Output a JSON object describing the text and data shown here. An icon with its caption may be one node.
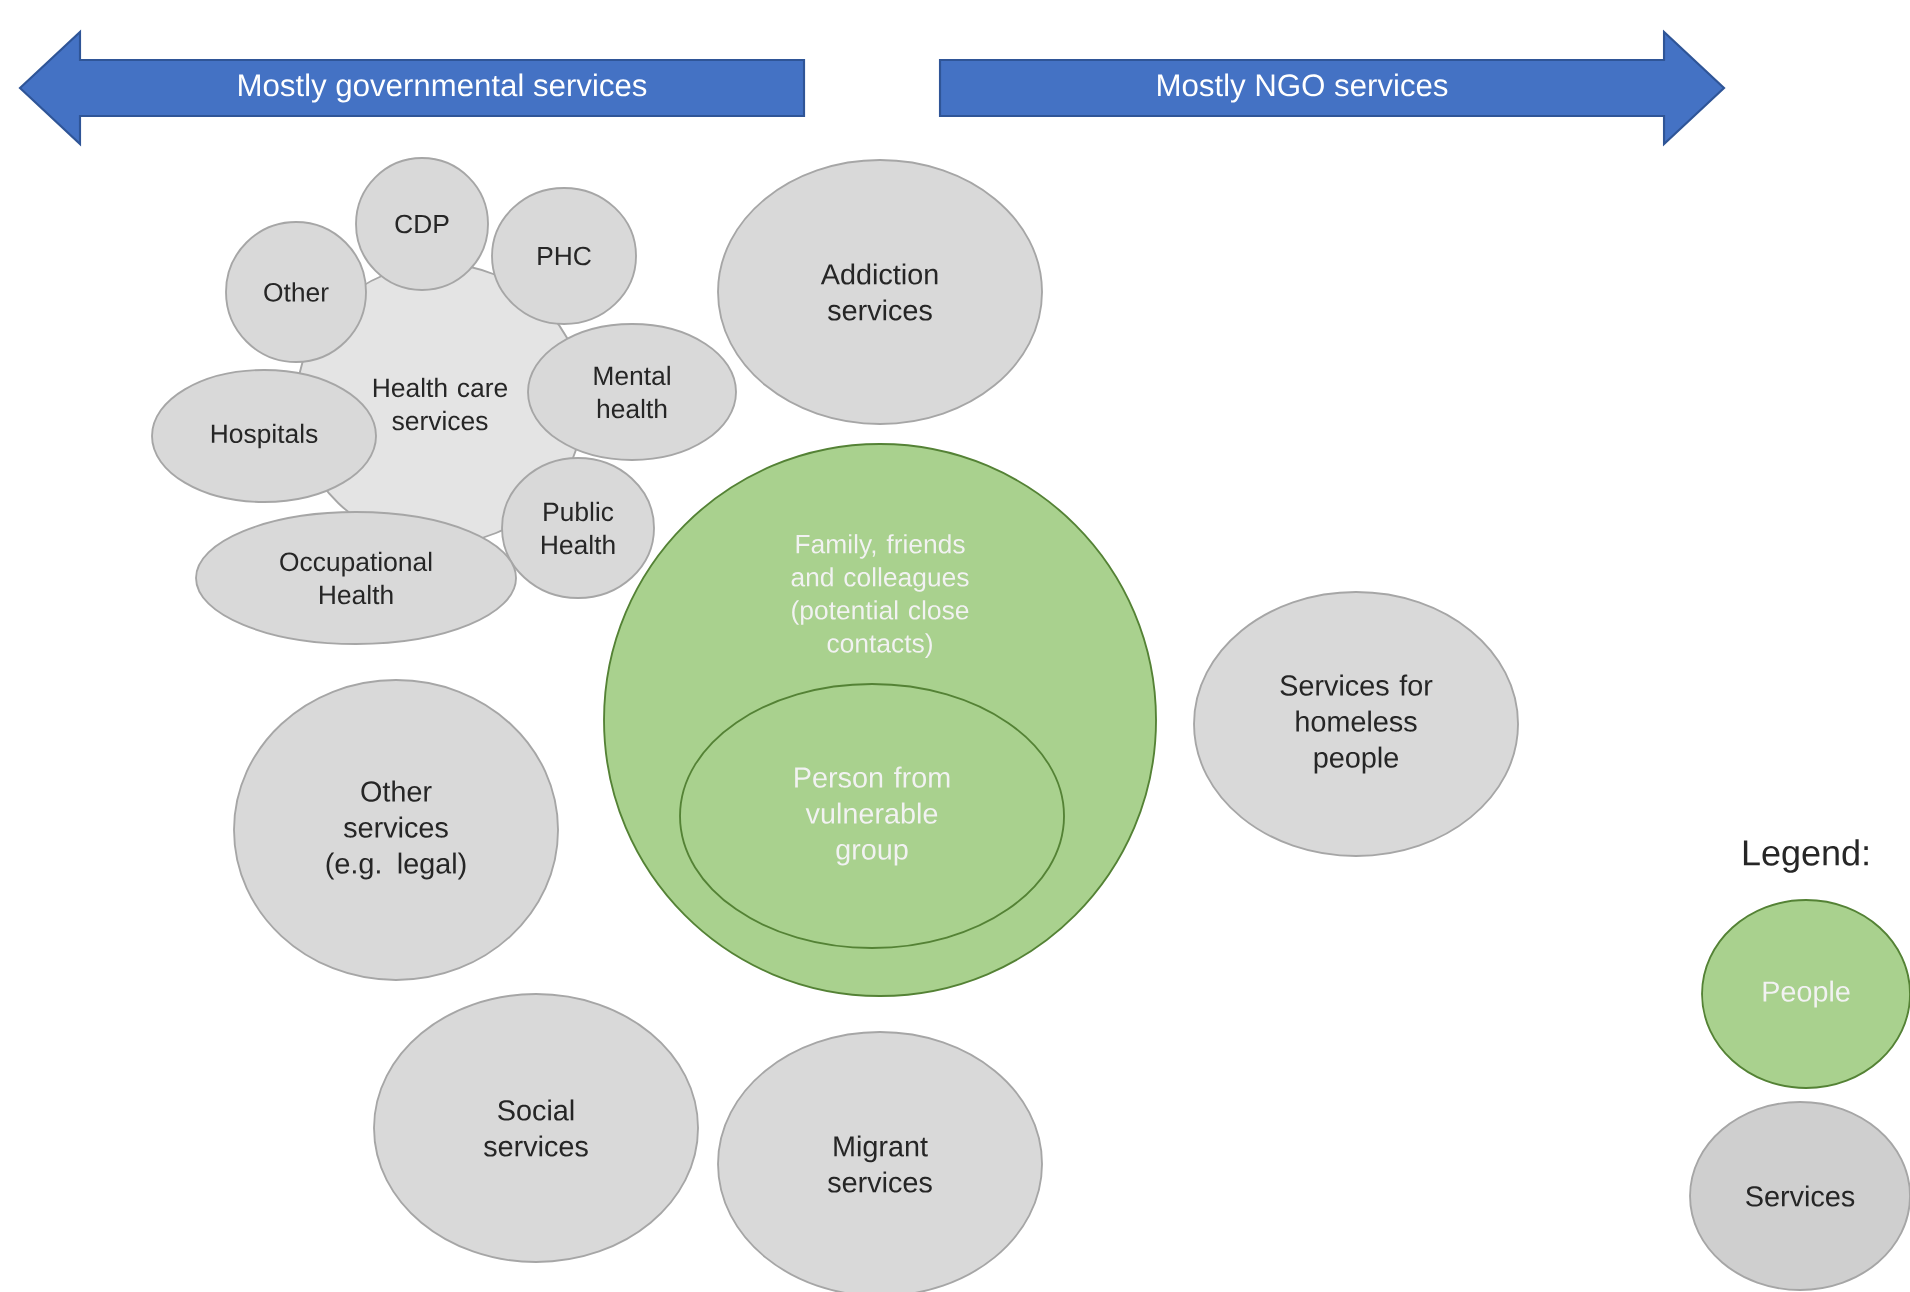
{
  "diagram": {
    "nodes": [
      {
        "text": [
          "Mostly governmental services"
        ]
      },
      {
        "text": [
          "Mostly NGO services"
        ]
      },
      {
        "text": [
          "CDP"
        ]
      },
      {
        "text": [
          "Other"
        ]
      },
      {
        "text": [
          "PHC"
        ]
      },
      {
        "text": [
          "Health care services"
        ]
      },
      {
        "text": [
          "Addiction services"
        ]
      },
      {
        "text": [
          "Hospitals"
        ]
      },
      {
        "text": [
          "Mental health"
        ]
      },
      {
        "text": [
          "Public Health"
        ]
      },
      {
        "text": [
          "Occupational Health"
        ]
      },
      {
        "text": [
          "Family, friends and colleagues (potential close contacts)"
        ]
      },
      {
        "text": [
          "Person from vulnerable group"
        ],
        "in": 11
      },
      {
        "text": [
          "Services for homeless people"
        ]
      },
      {
        "text": [
          "Other services (e.g. legal)"
        ]
      },
      {
        "text": [
          "Social services"
        ]
      },
      {
        "text": [
          "Migrant services"
        ]
      }
    ],
    "edges": [],
    "labels": [
      "Legend:"
    ],
    "legend": [
      {
        "text": "People",
        "color": "#a9d18e"
      },
      {
        "text": "Services",
        "color": "#cfcfcf"
      }
    ]
  }
}
